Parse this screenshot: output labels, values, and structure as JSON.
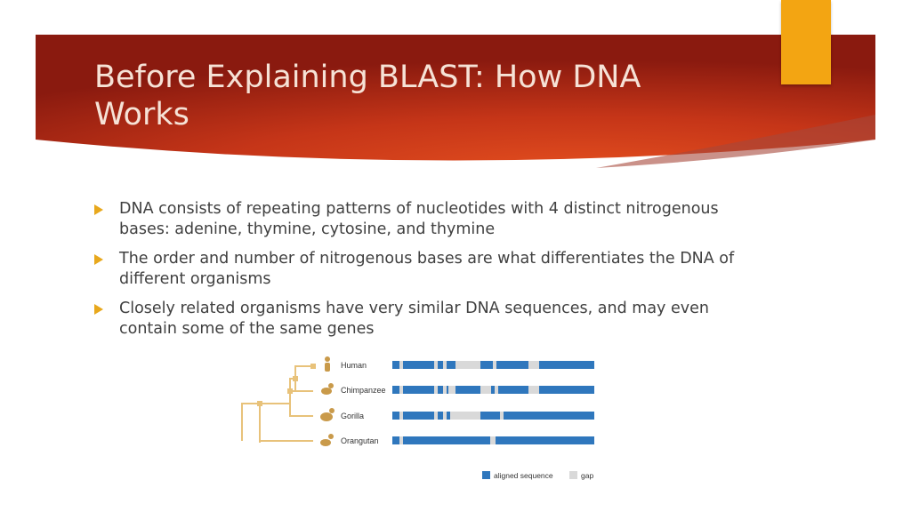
{
  "slide": {
    "title": "Before Explaining BLAST: How DNA Works",
    "accent_color": "#f3a512",
    "banner_colors": [
      "#8e1a10",
      "#d9451f"
    ]
  },
  "bullets": [
    "DNA consists of repeating patterns of nucleotides with 4 distinct nitrogenous bases: adenine, thymine, cytosine, and thymine",
    "The order and number of nitrogenous bases are what differentiates the DNA of different organisms",
    "Closely related organisms have very similar DNA sequences, and may even contain some of the same genes"
  ],
  "diagram": {
    "organisms": [
      {
        "name": "Human",
        "icon": "human-icon"
      },
      {
        "name": "Chimpanzee",
        "icon": "chimpanzee-icon"
      },
      {
        "name": "Gorilla",
        "icon": "gorilla-icon"
      },
      {
        "name": "Orangutan",
        "icon": "orangutan-icon"
      }
    ],
    "legend": {
      "aligned": "aligned sequence",
      "gap": "gap"
    },
    "colors": {
      "aligned": "#2f77bd",
      "gap": "#d9d9d9",
      "tree": "#e8c27a",
      "icon": "#c99a4a"
    }
  }
}
